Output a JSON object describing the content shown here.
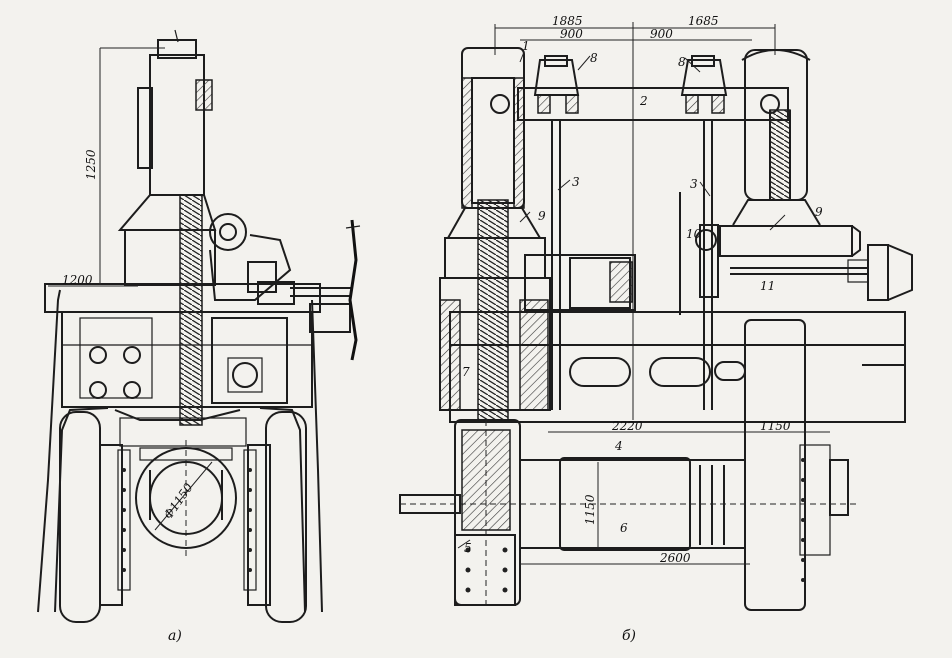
{
  "captions": {
    "view_a": "а)",
    "view_b": "б)"
  },
  "view_a": {
    "dim_height": "1250",
    "dim_width": "1200",
    "dim_diameter": "Ф1150"
  },
  "view_b": {
    "dim_top_left": "1885",
    "dim_top_right": "1685",
    "dim_half_left": "900",
    "dim_half_right": "900",
    "dim_span": "2220",
    "dim_right": "1150",
    "dim_roll_diameter": "1150",
    "dim_roll_length": "2600",
    "parts": [
      "1",
      "2",
      "3",
      "3",
      "4",
      "5",
      "6",
      "7",
      "8",
      "8",
      "9",
      "9",
      "10",
      "11"
    ]
  }
}
